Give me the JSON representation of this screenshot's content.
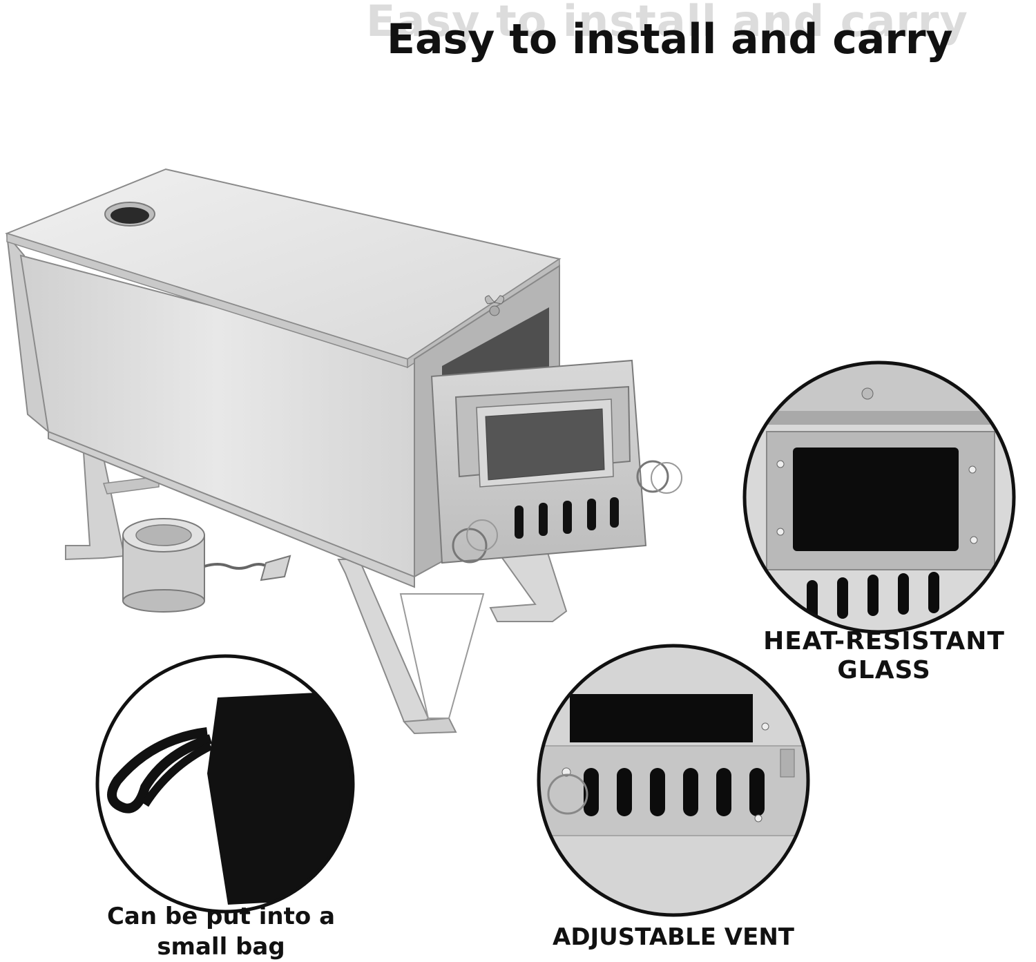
{
  "banner": {
    "title": "Easy to install and carry",
    "title_echo": "Easy to install and carry"
  },
  "callouts": {
    "glass": {
      "label_line1": "HEAT-RESISTANT",
      "label_line2": "GLASS"
    },
    "bag": {
      "label_line1": "Can be put into a",
      "label_line2": "small bag"
    },
    "vent": {
      "label": "ADJUSTABLE VENT"
    }
  },
  "colors": {
    "steel_light": "#e6e6e6",
    "steel_mid": "#cfcfcf",
    "steel_dark": "#9a9a9a",
    "glass": "#0c0c0c",
    "bag": "#111111",
    "text": "#111111"
  }
}
